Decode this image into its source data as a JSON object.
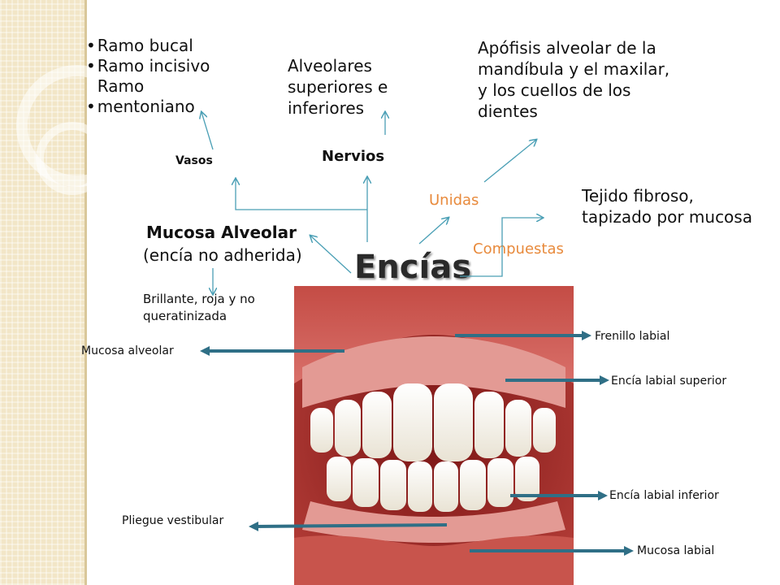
{
  "title": "Encías",
  "vasos": {
    "label": "Vasos",
    "items": [
      "Ramo bucal",
      "Ramo incisivo",
      "Ramo mentoniano"
    ]
  },
  "nervios": {
    "label": "Nervios",
    "desc": [
      "Alveolares",
      "superiores e",
      "inferiores"
    ]
  },
  "unidas": {
    "label": "Unidas",
    "desc": [
      "Apófisis alveolar de la",
      "mandíbula y el maxilar,",
      "y los cuellos de los",
      "dientes"
    ]
  },
  "compuestas": {
    "label": "Compuestas",
    "desc": [
      "Tejido fibroso,",
      "tapizado por  mucosa"
    ]
  },
  "mucosa_alveolar": {
    "label": "Mucosa Alveolar",
    "sub": "(encía no adherida)",
    "desc": [
      "Brillante, roja y no",
      "queratinizada"
    ]
  },
  "photo_labels": {
    "mucosa_alveolar": "Mucosa alveolar",
    "frenillo_labial": "Frenillo labial",
    "encia_labial_superior": "Encía labial superior",
    "encia_labial_inferior": "Encía labial inferior",
    "pliegue_vestibular": "Pliegue vestibular",
    "mucosa_labial": "Mucosa labial"
  },
  "colors": {
    "arrow": "#4a9fb5",
    "label_arrow": "#2f6f86",
    "accent": "#e88a3c"
  }
}
